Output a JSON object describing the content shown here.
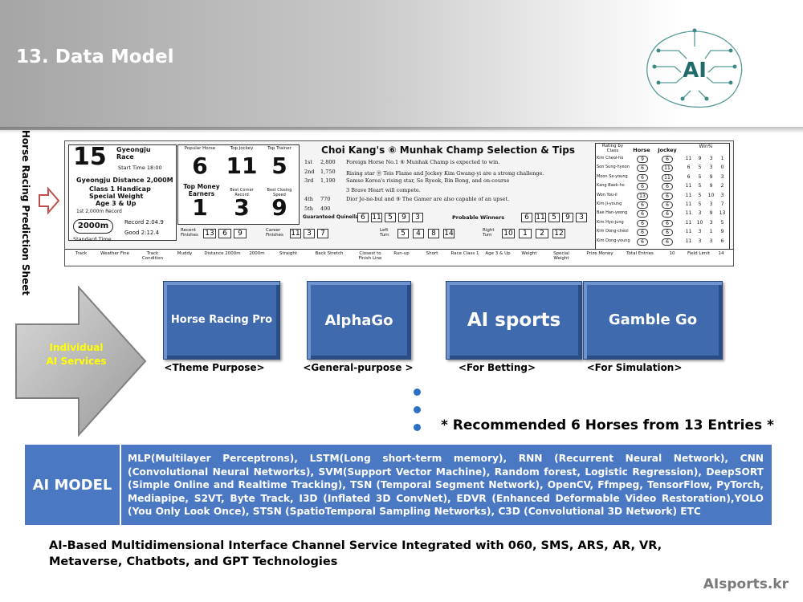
{
  "header": {
    "title": "13. Data Model",
    "logo_text": "AI"
  },
  "side_label": "Horse Racing Prediction Sheet",
  "sheet": {
    "race_number": "15",
    "track": "Gyeongju Race",
    "start_time": "Start Time 18:00",
    "distance": "Gyeongju Distance 2,000M",
    "class": "Class 1 Handicap",
    "weight": "Special Weight",
    "age": "Age 3 & Up",
    "record_label": "1st 2,000m Record",
    "distance_badge": "2000m",
    "record": "Record 2:04.9",
    "good": "Good 2:12.4",
    "standard_time": "Standard Time",
    "popular_horse": "Popular Horse",
    "top_jockey": "Top Jockey",
    "top_trainer": "Top Trainer",
    "pick_popular": "6",
    "pick_jockey": "11",
    "pick_trainer": "5",
    "top_money": "Top Money Earners",
    "best_corner": "Best Corner Record",
    "best_closing": "Best Closing Speed",
    "pick_money": "1",
    "pick_corner": "3",
    "pick_closing": "9",
    "headline": "Choi Kang's ⑥ Munhak Champ Selection & Tips",
    "rows": [
      {
        "place": "1st",
        "value": "2,800",
        "text": "Foreign Horse No.1 ⑥ Munhak Champ is expected to win."
      },
      {
        "place": "2nd",
        "value": "1,750",
        "text": "Rising star ⑪ Teis Flame and Jockey Kim Gwang-yi are a strong challenge."
      },
      {
        "place": "3rd",
        "value": "1,190",
        "text": "Samso Korea's rising star, Se Ryeok, Bin Bong, and on-course"
      },
      {
        "place": "",
        "value": "",
        "text": "3 Brave Heart will compete."
      },
      {
        "place": "4th",
        "value": "770",
        "text": "Dior Je-ne-bul and ⑨ The Gamer are also capable of an upset."
      },
      {
        "place": "5th",
        "value": "490",
        "text": ""
      }
    ],
    "quinella_label": "Guaranteed Quinella",
    "quinella": [
      "6",
      "11",
      "5",
      "9",
      "3"
    ],
    "probable_label": "Probable Winners",
    "probable": [
      "6",
      "11",
      "5",
      "9",
      "3"
    ],
    "recent_label": "Recent Finishes",
    "recent": [
      "13",
      "6",
      "9"
    ],
    "career_label": "Career Finishes",
    "career": [
      "11",
      "3",
      "7"
    ],
    "left_turn_label": "Left Turn",
    "left_turn": [
      "5",
      "4",
      "8",
      "14"
    ],
    "right_turn_label": "Right Turn",
    "right_turn": [
      "10",
      "1",
      "2",
      "12"
    ],
    "table_headers": [
      "Rating by Class",
      "Horse",
      "Jockey",
      "Win%"
    ],
    "jockeys": [
      {
        "name": "Kim Cheol-ho",
        "h": "9",
        "j": "6",
        "a": "11",
        "b": "9",
        "c": "3",
        "d": "1"
      },
      {
        "name": "Son Sung-hyeon",
        "h": "6",
        "j": "11",
        "a": "6",
        "b": "5",
        "c": "3",
        "d": "0"
      },
      {
        "name": "Moon Se-young",
        "h": "6",
        "j": "11",
        "a": "6",
        "b": "5",
        "c": "9",
        "d": "3"
      },
      {
        "name": "Kang Baek-ho",
        "h": "6",
        "j": "6",
        "a": "11",
        "b": "5",
        "c": "9",
        "d": "2"
      },
      {
        "name": "Won You-il",
        "h": "13",
        "j": "6",
        "a": "11",
        "b": "5",
        "c": "10",
        "d": "3"
      },
      {
        "name": "Kim Ji-young",
        "h": "6",
        "j": "6",
        "a": "11",
        "b": "5",
        "c": "3",
        "d": "7"
      },
      {
        "name": "Bae Han-yeong",
        "h": "6",
        "j": "6",
        "a": "11",
        "b": "3",
        "c": "9",
        "d": "13"
      },
      {
        "name": "Kim Hyo-jung",
        "h": "6",
        "j": "6",
        "a": "11",
        "b": "10",
        "c": "3",
        "d": "5"
      },
      {
        "name": "Kim Dong-cheol",
        "h": "6",
        "j": "6",
        "a": "11",
        "b": "3",
        "c": "1",
        "d": "9"
      },
      {
        "name": "Kim Dong-young",
        "h": "6",
        "j": "6",
        "a": "11",
        "b": "3",
        "c": "3",
        "d": "6"
      }
    ],
    "bottom_labels": [
      "Track",
      "Weather Fine",
      "Track Condition",
      "Muddy",
      "Distance 2000m",
      "2000m",
      "Straight",
      "Back Stretch",
      "Closest to Finish Line",
      "Run-up",
      "Short",
      "Race Class 1",
      "Age 3 & Up",
      "Weight",
      "Special Weight",
      "Prize Money",
      "Total Entries",
      "10",
      "Field Limit",
      "14"
    ]
  },
  "services": {
    "arrow_label": "Individual AI Services",
    "items": [
      {
        "label": "Horse Racing Pro",
        "sub": "<Theme Purpose>"
      },
      {
        "label": "AlphaGo",
        "sub": "<General-purpose >"
      },
      {
        "label": "AI sports",
        "sub": "<For Betting>"
      },
      {
        "label": "Gamble Go",
        "sub": "<For Simulation>"
      }
    ]
  },
  "recommend": "* Recommended 6 Horses from 13 Entries *",
  "ai_model": {
    "label": "AI MODEL",
    "text": "MLP(Multilayer Perceptrons), LSTM(Long short-term memory), RNN (Recurrent Neural Network), CNN (Convolutional Neural Networks), SVM(Support Vector Machine), Random forest, Logistic Regression), DeepSORT (Simple Online and Realtime Tracking), TSN (Temporal Segment Network), OpenCV, Ffmpeg, TensorFlow, PyTorch, Mediapipe, S2VT, Byte Track, I3D (Inflated 3D ConvNet), EDVR (Enhanced Deformable Video Restoration),YOLO (You Only Look Once), STSN (SpatioTemporal Sampling Networks), C3D (Convolutional 3D Network) ETC"
  },
  "footer": "AI-Based Multidimensional Interface Channel Service Integrated with 060, SMS, ARS, AR, VR, Metaverse, Chatbots, and GPT Technologies",
  "site": "AIsports.kr",
  "colors": {
    "accent_blue": "#4a78c2",
    "arrow_text": "#ffff00"
  }
}
